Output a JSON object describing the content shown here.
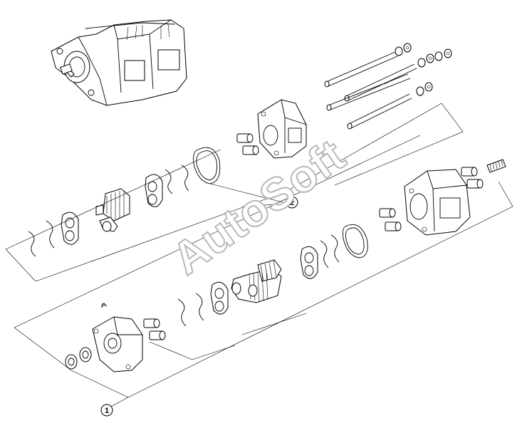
{
  "watermark": {
    "text": "AutoSoft"
  },
  "callouts": [
    {
      "id": "1",
      "label": "1"
    },
    {
      "id": "2",
      "label": "2"
    }
  ]
}
